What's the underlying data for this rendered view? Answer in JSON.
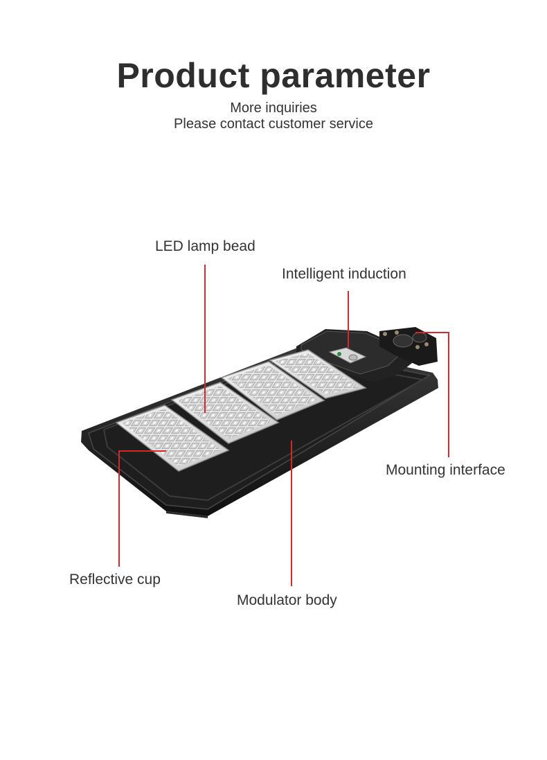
{
  "header": {
    "title": "Product parameter",
    "subtitle_line1": "More inquiries",
    "subtitle_line2": "Please contact customer service"
  },
  "callouts": {
    "led_lamp_bead": "LED lamp bead",
    "intelligent_induction": "Intelligent induction",
    "mounting_interface": "Mounting interface",
    "reflective_cup": "Reflective cup",
    "modulator_body": "Modulator body"
  },
  "colors": {
    "leader_line": "#d9262b",
    "housing": "#1c1c1c",
    "text": "#333333"
  }
}
